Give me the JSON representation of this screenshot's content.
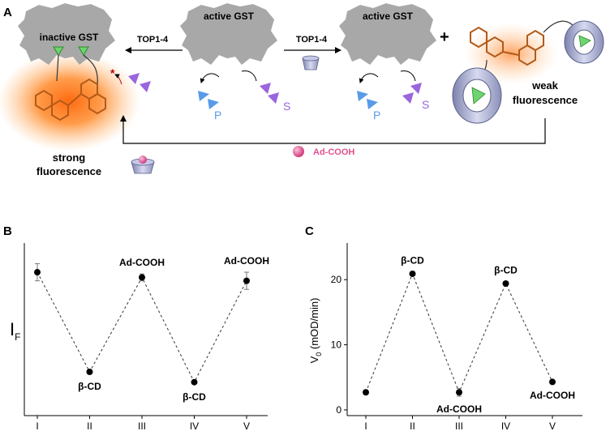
{
  "panel_a": {
    "letter": "A",
    "inactive_label": "inactive GST",
    "active_label_1": "active GST",
    "active_label_2": "active GST",
    "arrow_left_label": "TOP1-4",
    "arrow_right_label": "TOP1-4",
    "product_label_1": "P",
    "substrate_label_1": "S",
    "product_label_2": "P",
    "substrate_label_2": "S",
    "plus_sign": "+",
    "strong_label": [
      "strong",
      "fluorescence"
    ],
    "weak_label": [
      "weak",
      "fluorescence"
    ],
    "guest_label": "Ad-COOH",
    "blocked_mark": "*",
    "colors": {
      "enzyme": "#a8a8a8",
      "glow": "#ff7a1a",
      "substrate": "#9a66dd",
      "product": "#5a9be8",
      "inhibitor_arrow": "#6fd46f",
      "cyclodextrin": "#9ea3c8",
      "guest": "#e05090",
      "molecule": "#b35a18"
    }
  },
  "chart_data": [
    {
      "type": "line",
      "panel": "B",
      "categories": [
        "I",
        "II",
        "III",
        "IV",
        "V"
      ],
      "values": [
        0.83,
        0.25,
        0.8,
        0.19,
        0.78
      ],
      "errors": [
        0.05,
        0.01,
        0.02,
        0.01,
        0.05
      ],
      "point_labels": [
        "",
        "β-CD",
        "Ad-COOH",
        "β-CD",
        "Ad-COOH"
      ],
      "ylabel": "I",
      "ylabel_subscript": "F",
      "yticks": [],
      "ylim": [
        0,
        1
      ],
      "grid": false
    },
    {
      "type": "line",
      "panel": "C",
      "categories": [
        "I",
        "II",
        "III",
        "IV",
        "V"
      ],
      "values": [
        2.7,
        20.9,
        2.7,
        19.4,
        4.3
      ],
      "errors": [
        0.1,
        0.3,
        0.6,
        0.3,
        0.1
      ],
      "point_labels": [
        "",
        "β-CD",
        "Ad-COOH",
        "β-CD",
        "Ad-COOH"
      ],
      "ylabel": "V",
      "ylabel_subscript": "0",
      "ylabel_units": "(mOD/min)",
      "yticks": [
        0,
        10,
        20
      ],
      "ylim": [
        -1,
        25
      ],
      "grid": false
    }
  ]
}
